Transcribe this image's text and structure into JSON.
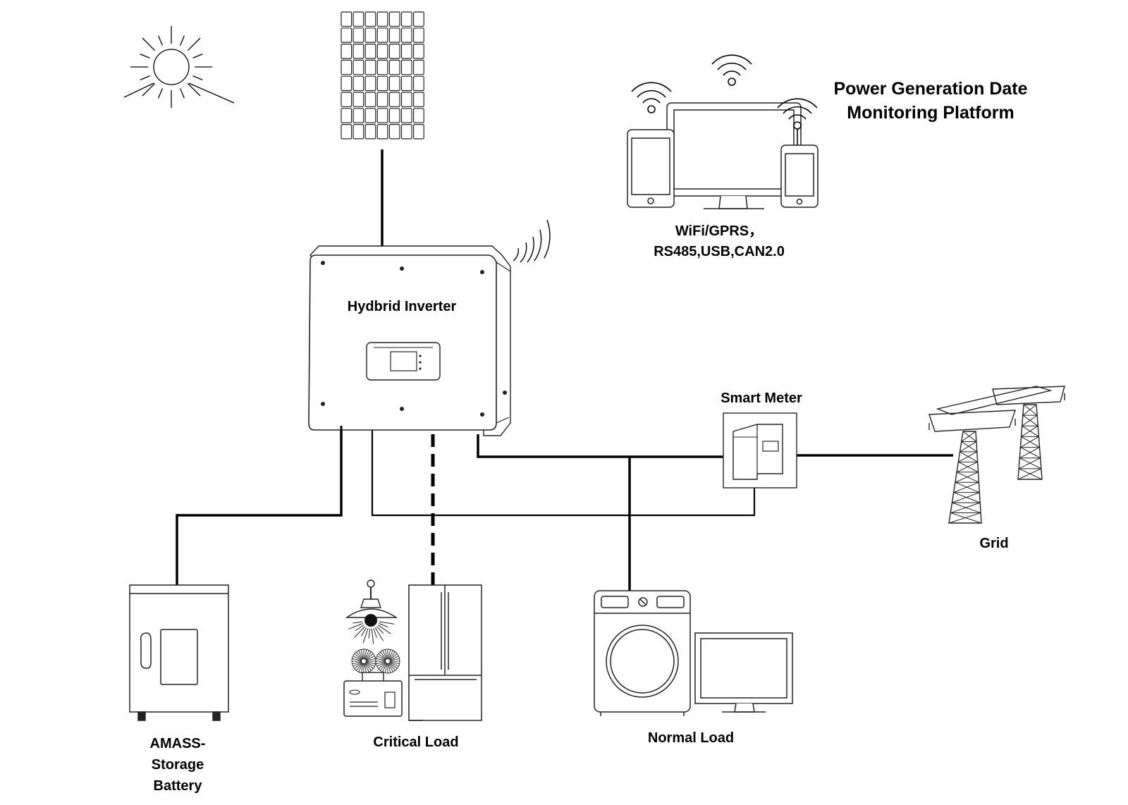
{
  "labels": {
    "monitoring_platform": [
      "Power Generation Date",
      "Monitoring Platform"
    ],
    "communication": [
      "WiFi/GPRS，",
      "RS485,USB,CAN2.0"
    ],
    "inverter": "Hydbrid Inverter",
    "smart_meter": "Smart Meter",
    "grid": "Grid",
    "battery": [
      "AMASS-",
      "Storage",
      "Battery"
    ],
    "critical_load": "Critical Load",
    "normal_load": "Normal Load"
  },
  "icons": [
    "sun-icon",
    "solar-panel-icon",
    "wifi-icon",
    "monitor-icon",
    "tablet-icon",
    "phone-icon",
    "inverter-icon",
    "wireless-signal-icon",
    "smart-meter-icon",
    "power-tower-icon",
    "battery-cabinet-icon",
    "ceiling-lamp-icon",
    "emergency-light-icon",
    "refrigerator-icon",
    "washing-machine-icon",
    "tv-icon"
  ]
}
